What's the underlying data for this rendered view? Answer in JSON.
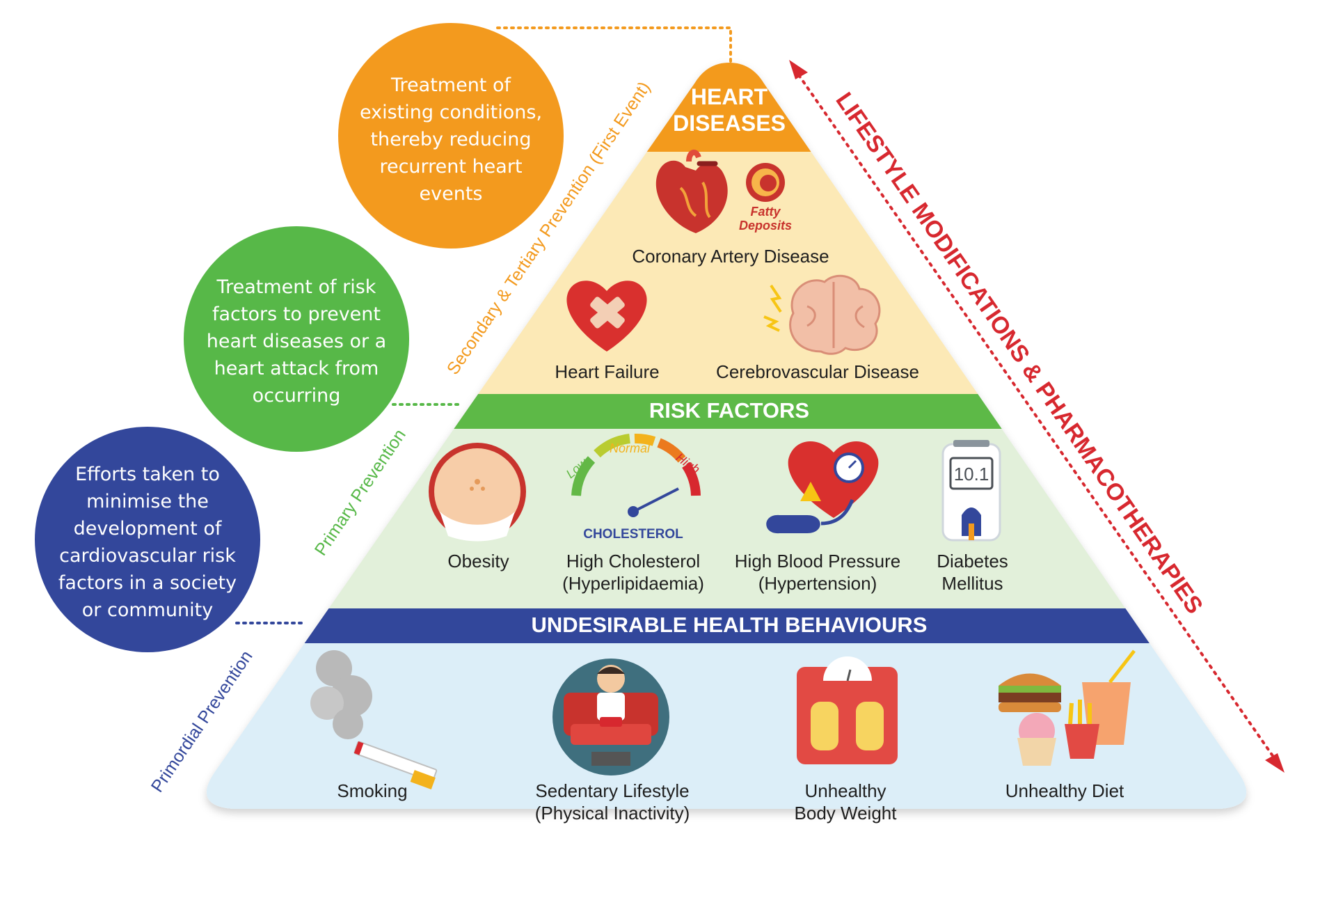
{
  "apex": {
    "title": "HEART\nDISEASES"
  },
  "heart_diseases": {
    "fatty_deposits": "Fatty\nDeposits",
    "coronary": "Coronary Artery Disease",
    "heart_failure": "Heart Failure",
    "cerebrovascular": "Cerebrovascular Disease"
  },
  "risk_factors": {
    "title": "RISK FACTORS",
    "gauge": {
      "low": "Low",
      "normal": "Normal",
      "high": "High",
      "caption": "CHOLESTEROL"
    },
    "glucometer_reading": "10.1",
    "items": [
      {
        "label": "Obesity"
      },
      {
        "label": "High Cholesterol\n(Hyperlipidaemia)"
      },
      {
        "label": "High Blood Pressure\n(Hypertension)"
      },
      {
        "label": "Diabetes\nMellitus"
      }
    ]
  },
  "behaviours": {
    "title": "UNDESIRABLE HEALTH BEHAVIOURS",
    "items": [
      {
        "label": "Smoking"
      },
      {
        "label": "Sedentary Lifestyle\n(Physical Inactivity)"
      },
      {
        "label": "Unhealthy\nBody Weight"
      },
      {
        "label": "Unhealthy Diet"
      }
    ]
  },
  "bubbles": [
    {
      "text": "Treatment of\nexisting conditions,\nthereby reducing\nrecurrent heart\nevents",
      "color": "#F39A1E"
    },
    {
      "text": "Treatment of risk\nfactors to prevent\nheart diseases or a\nheart attack from\noccurring",
      "color": "#57B848"
    },
    {
      "text": "Efforts taken to\nminimise the\ndevelopment of\ncardiovascular risk\nfactors in a society\nor community",
      "color": "#33479B"
    }
  ],
  "prevention_labels": {
    "secondary": "Secondary & Tertiary Prevention (First Event)",
    "primary": "Primary Prevention",
    "primordial": "Primordial Prevention"
  },
  "arrow_label": "LIFESTYLE MODIFICATIONS & PHARMACOTHERAPIES",
  "colors": {
    "orange": "#F39A1E",
    "yellow_zone": "#FCE9B6",
    "green": "#5DB947",
    "green_zone": "#E2F0DA",
    "blue": "#33479B",
    "blue_zone": "#DCEEF8",
    "red_arrow": "#D7282F"
  },
  "icons": [
    "heart-anatomy-icon",
    "artery-cross-section-icon",
    "bandaged-heart-icon",
    "brain-icon",
    "obesity-belly-icon",
    "cholesterol-gauge-icon",
    "blood-pressure-heart-icon",
    "glucometer-icon",
    "cigarette-smoke-icon",
    "couch-potato-icon",
    "weighing-scale-icon",
    "fast-food-icon"
  ]
}
